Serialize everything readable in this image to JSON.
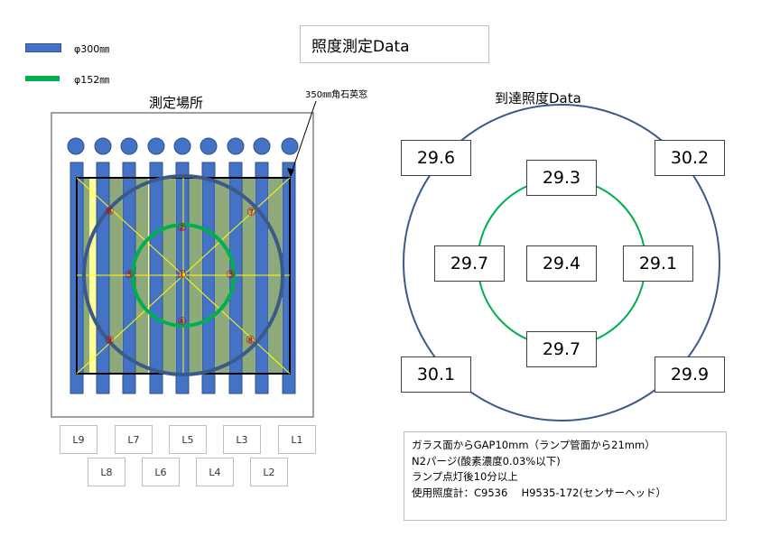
{
  "title": "照度測定Data",
  "legend": [
    {
      "label": "φ300㎜",
      "color": "#4472c4"
    },
    {
      "label": "φ152㎜",
      "color": "#00b050"
    }
  ],
  "left_panel": {
    "heading": "測定場所",
    "window_label": "350㎜角石英窓",
    "lamp_labels_top": [
      "L9",
      "L7",
      "L5",
      "L3",
      "L1"
    ],
    "lamp_labels_bottom": [
      "L8",
      "L6",
      "L4",
      "L2"
    ],
    "points": [
      "①",
      "②",
      "③",
      "④",
      "⑤",
      "⑥",
      "⑦",
      "⑧",
      "⑨"
    ]
  },
  "right_panel": {
    "heading": "到達照度Data",
    "values": {
      "top_left": "29.6",
      "top_right": "30.2",
      "inner_top": "29.3",
      "inner_left": "29.7",
      "center": "29.4",
      "inner_right": "29.1",
      "inner_bottom": "29.7",
      "bottom_left": "30.1",
      "bottom_right": "29.9"
    }
  },
  "notes": [
    "ガラス面からGAP10mm（ランプ管面から21mm）",
    "N2パージ(酸素濃度0.03%以下)",
    "ランプ点灯後10分以上",
    "使用照度計：C9536　 H9535-172(センサーヘッド）"
  ],
  "colors": {
    "lamp_blue": "#4472c4",
    "ring_blue": "#3b5a8a",
    "ring_green": "#00b050",
    "band_yellow": "#ffff99",
    "band_green": "#8faa7a",
    "point_red": "#c00000"
  }
}
